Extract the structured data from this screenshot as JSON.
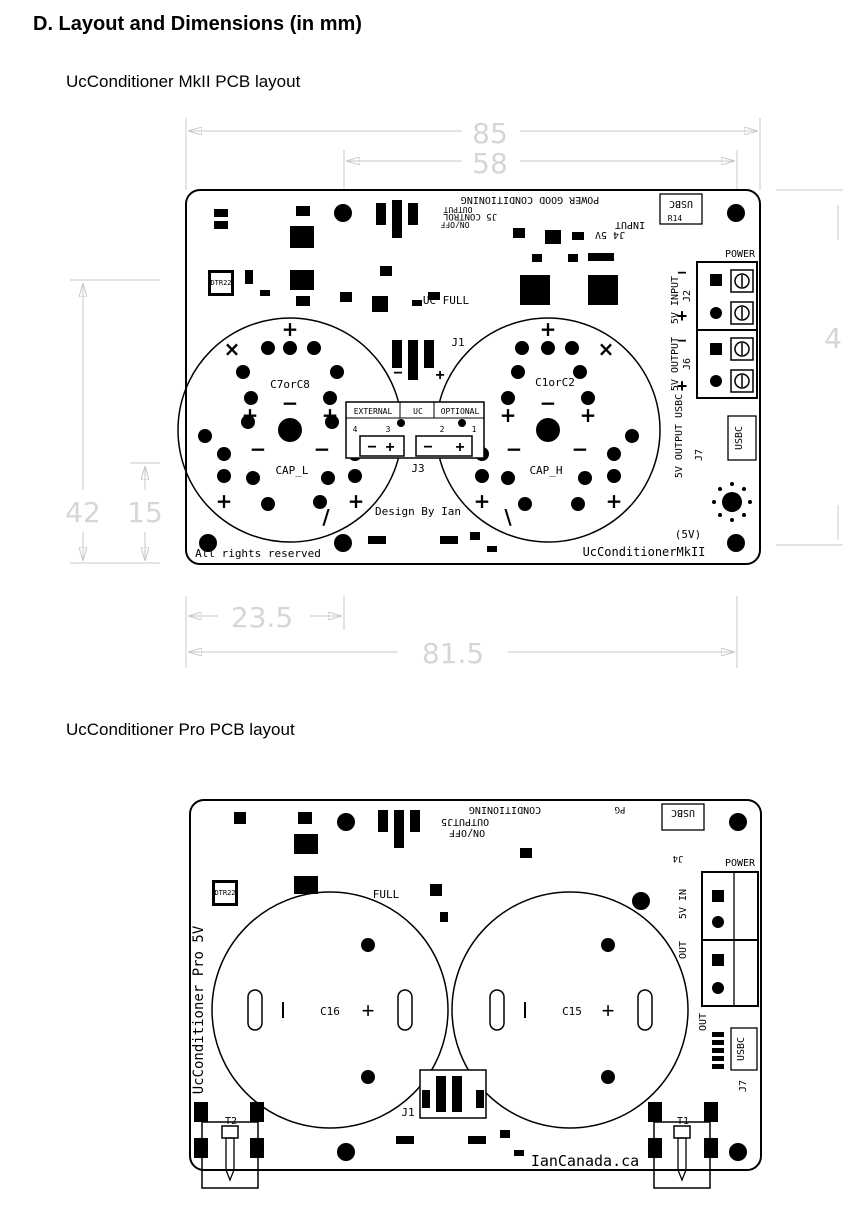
{
  "section": {
    "heading": "D.  Layout and Dimensions (in mm)",
    "mk2_caption": "UcConditioner MkII PCB layout",
    "pro_caption": "UcConditioner Pro PCB layout"
  },
  "mk2": {
    "dims": {
      "top_outer": "85",
      "top_inner": "58",
      "left_inner": "15",
      "left_outer": "42",
      "right_partial": "4",
      "bottom_inner": "23.5",
      "bottom_outer": "81.5"
    },
    "silk": {
      "power_good": "POWER GOOD  CONDITIONING",
      "output_top": "OUTPUT",
      "onoff": "ON/OFF",
      "j5_control": "J5 CONTROL",
      "input": "INPUT",
      "j4_5v": "J4 5V",
      "usbc_top": "USBC",
      "r14": "R14",
      "power": "POWER",
      "uc_full": "UC FULL",
      "j1": "J1",
      "c7c8": "C7orC8",
      "c1c2": "C1orC2",
      "cap_l": "CAP_L",
      "cap_h": "CAP_H",
      "external": "EXTERNAL",
      "uc": "UC",
      "optional": "OPTIONAL",
      "j3": "J3",
      "design_by": "Design By Ian",
      "rights": "All rights reserved",
      "five_v": "(5V)",
      "board_name": "UcConditionerMkII",
      "input_label": "5V INPUT",
      "output_label": "5V OUTPUT",
      "usbc_output": "5V OUTPUT USBC",
      "usbc_side": "USBC",
      "j2": "J2",
      "j6": "J6",
      "j7": "J7"
    }
  },
  "pro": {
    "silk": {
      "conditioning": "CONDITIONING",
      "output_j5": "OUTPUTJ5",
      "onoff": "ON/OFF",
      "pg": "PG",
      "usbc_top": "USBC",
      "power": "POWER",
      "j4": "J4",
      "full": "FULL",
      "c16": "C16",
      "c15": "C15",
      "j1": "J1",
      "t1": "T1",
      "t2": "T2",
      "brand": "IanCanada.ca",
      "side_name": "UcConditioner Pro 5V",
      "in_label": "5V IN",
      "out_label": "OUT",
      "usbc_side": "USBC",
      "j7": "J7"
    }
  }
}
